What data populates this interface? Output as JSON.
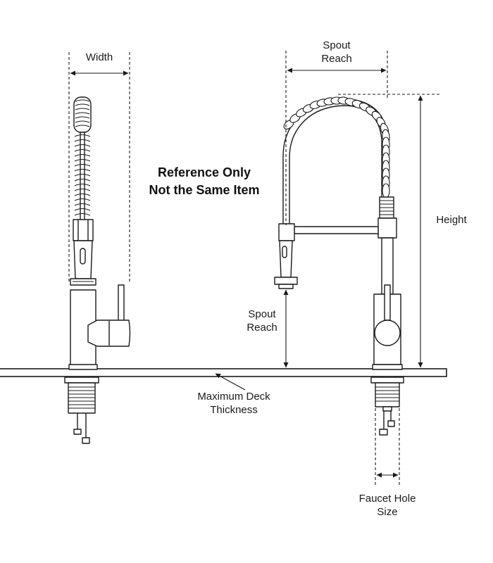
{
  "notice": {
    "line1": "Reference Only",
    "line2": "Not the Same Item"
  },
  "labels": {
    "width": "Width",
    "spout_reach_top_1": "Spout",
    "spout_reach_top_2": "Reach",
    "height": "Height",
    "spout_reach_side_1": "Spout",
    "spout_reach_side_2": "Reach",
    "deck_1": "Maximum Deck",
    "deck_2": "Thickness",
    "hole_1": "Faucet Hole",
    "hole_2": "Size"
  },
  "colors": {
    "line": "#1a1a1a",
    "background": "#ffffff"
  }
}
